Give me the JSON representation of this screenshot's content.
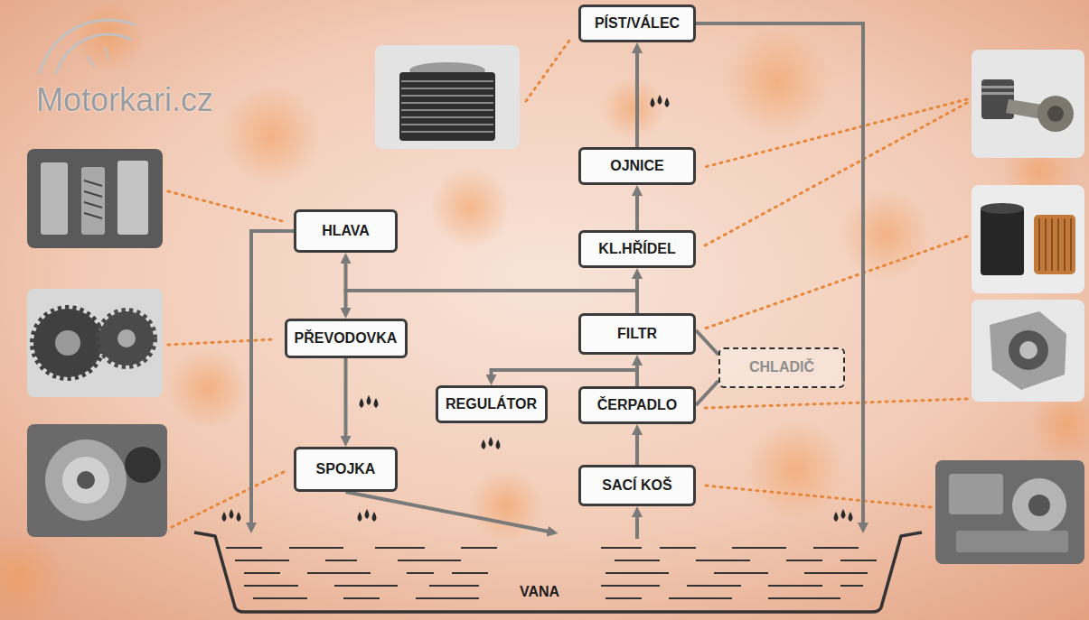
{
  "diagram": {
    "nodes": [
      {
        "text": [
          "PÍST/VÁLEC"
        ]
      },
      {
        "text": [
          "OJNICE"
        ]
      },
      {
        "text": [
          "HLAVA"
        ]
      },
      {
        "text": [
          "KL.HŘÍDEL"
        ]
      },
      {
        "text": [
          "FILTR"
        ]
      },
      {
        "text": [
          "PŘEVODOVKA"
        ]
      },
      {
        "text": [
          "CHLADIČ"
        ]
      },
      {
        "text": [
          "REGULÁTOR"
        ]
      },
      {
        "text": [
          "ČERPADLO"
        ]
      },
      {
        "text": [
          "SPOJKA"
        ]
      },
      {
        "text": [
          "SACÍ KOŠ"
        ]
      },
      {
        "text": [
          "VANA"
        ]
      }
    ],
    "edges": [
      {
        "from": 11,
        "to": 10,
        "arrow": "to"
      },
      {
        "from": 10,
        "to": 8,
        "arrow": "to"
      },
      {
        "from": 8,
        "to": 4,
        "arrow": "to"
      },
      {
        "from": 8,
        "to": 7,
        "arrow": "to"
      },
      {
        "from": 8,
        "to": 6,
        "arrow": "none"
      },
      {
        "from": 6,
        "to": 4,
        "arrow": "none"
      },
      {
        "from": 4,
        "to": 3,
        "arrow": "to"
      },
      {
        "from": 4,
        "to": 2,
        "arrow": "to"
      },
      {
        "from": 4,
        "to": 5,
        "arrow": "to"
      },
      {
        "from": 3,
        "to": 1,
        "arrow": "to"
      },
      {
        "from": 1,
        "to": 0,
        "arrow": "to"
      },
      {
        "from": 0,
        "to": 11,
        "arrow": "to"
      },
      {
        "from": 2,
        "to": 11,
        "arrow": "to"
      },
      {
        "from": 5,
        "to": 9,
        "arrow": "to"
      },
      {
        "from": 9,
        "to": 11,
        "arrow": "to"
      }
    ],
    "labels": [
      "Motorkari.cz"
    ]
  }
}
